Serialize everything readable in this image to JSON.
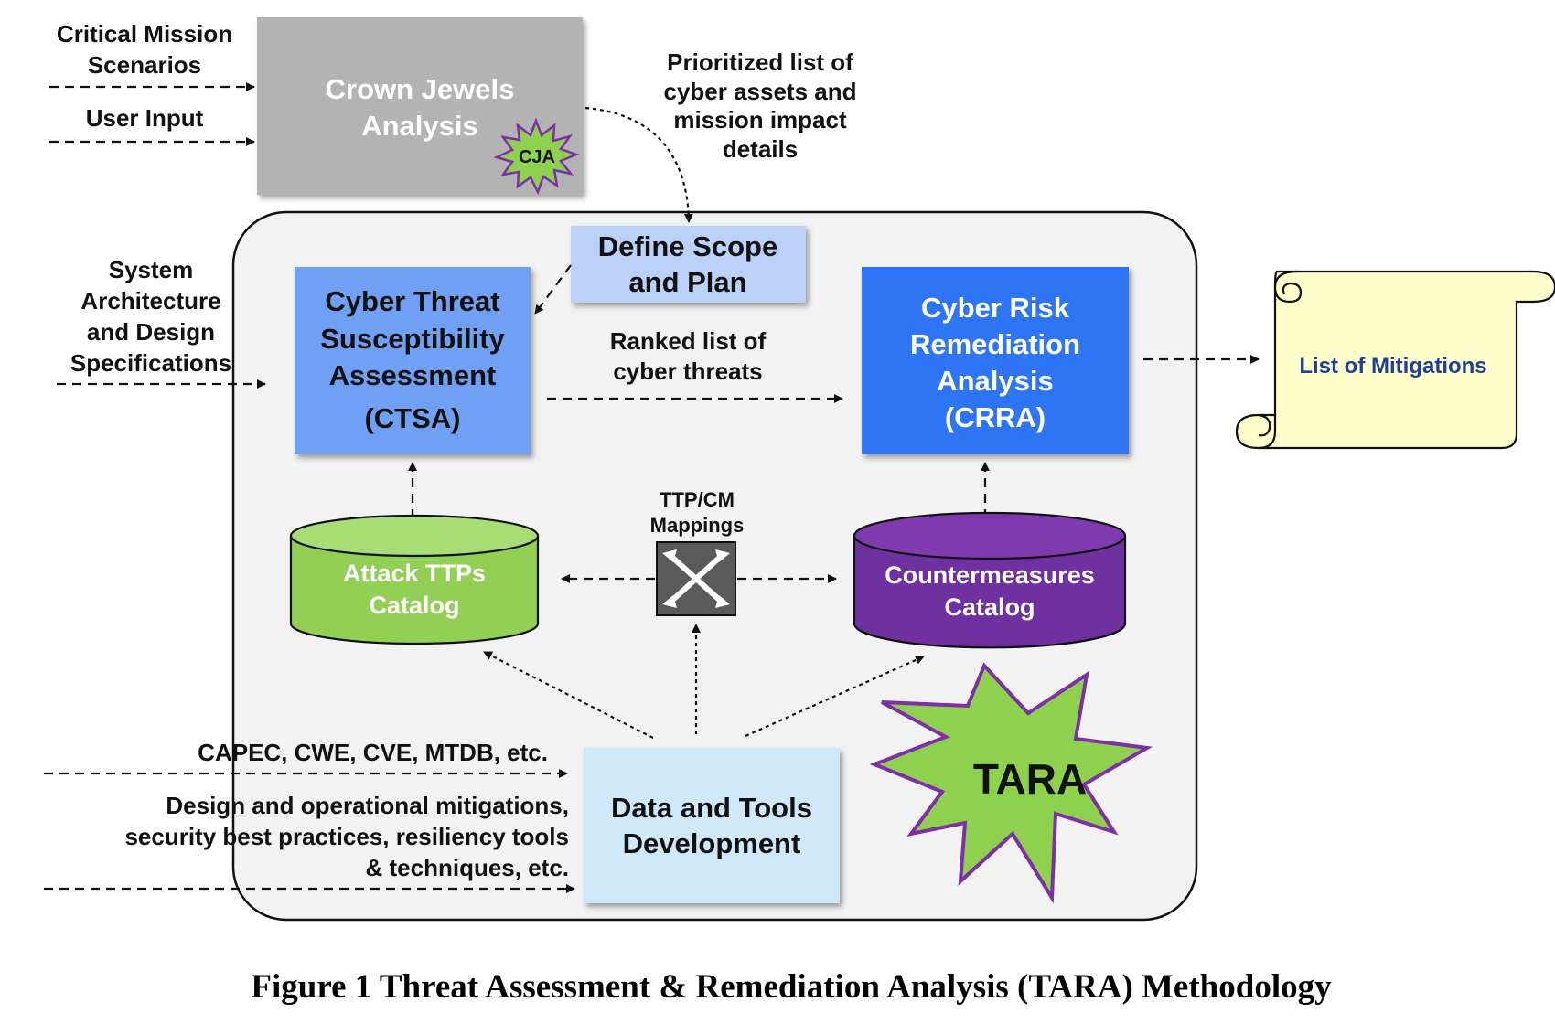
{
  "inputs": {
    "critical_mission_scenarios": [
      "Critical Mission",
      "Scenarios"
    ],
    "user_input": "User Input",
    "system_architecture": [
      "System",
      "Architecture",
      "and Design",
      "Specifications"
    ],
    "capec": "CAPEC, CWE, CVE, MTDB, etc.",
    "design_mitigations": [
      "Design and operational mitigations,",
      "security best practices, resiliency tools",
      "& techniques, etc."
    ]
  },
  "boxes": {
    "crown_jewels": [
      "Crown Jewels",
      "Analysis"
    ],
    "cja_badge": "CJA",
    "define_scope": [
      "Define Scope",
      "and Plan"
    ],
    "ctsa": [
      "Cyber Threat",
      "Susceptibility",
      "Assessment",
      "(CTSA)"
    ],
    "crra": [
      "Cyber Risk",
      "Remediation",
      "Analysis",
      "(CRRA)"
    ],
    "data_tools": [
      "Data and Tools",
      "Development"
    ]
  },
  "databases": {
    "attack_ttps": [
      "Attack TTPs",
      "Catalog"
    ],
    "countermeasures": [
      "Countermeasures",
      "Catalog"
    ]
  },
  "flows": {
    "prioritized_list": [
      "Prioritized list of",
      "cyber assets and",
      "mission impact",
      "details"
    ],
    "ranked_list": [
      "Ranked list of",
      "cyber threats"
    ],
    "ttp_cm": [
      "TTP/CM",
      "Mappings"
    ]
  },
  "outputs": {
    "list_of_mitigations": "List of Mitigations"
  },
  "badges": {
    "tara": "TARA"
  },
  "caption": "Figure 1 Threat Assessment & Remediation Analysis (TARA) Methodology",
  "colors": {
    "crown_jewels": "#b3b3b3",
    "define_scope": "#bcd1f7",
    "ctsa": "#6fa0f4",
    "crra": "#2f75f5",
    "data_tools": "#cfe9fb",
    "attack_db": "#92cf55",
    "countermeasures_db": "#7031a0",
    "starburst_fill": "#8ed14f",
    "starburst_stroke": "#7e2fa6",
    "scroll_fill": "#ffffcc",
    "panel_fill": "#f2f2f2"
  }
}
